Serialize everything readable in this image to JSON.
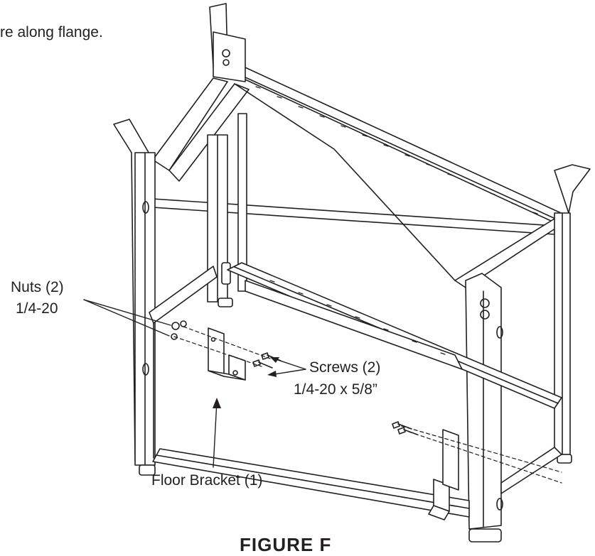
{
  "instruction_fragment": "re along flange.",
  "callouts": {
    "nuts": {
      "name": "Nuts (2)",
      "size": "1/4-20"
    },
    "screws": {
      "name": "Screws (2)",
      "size": "1/4-20 x 5/8”"
    },
    "floor_bracket": {
      "name": "Floor Bracket (1)"
    }
  },
  "figure_caption": "FIGURE F",
  "colors": {
    "ink": "#231f20",
    "background": "#ffffff"
  }
}
